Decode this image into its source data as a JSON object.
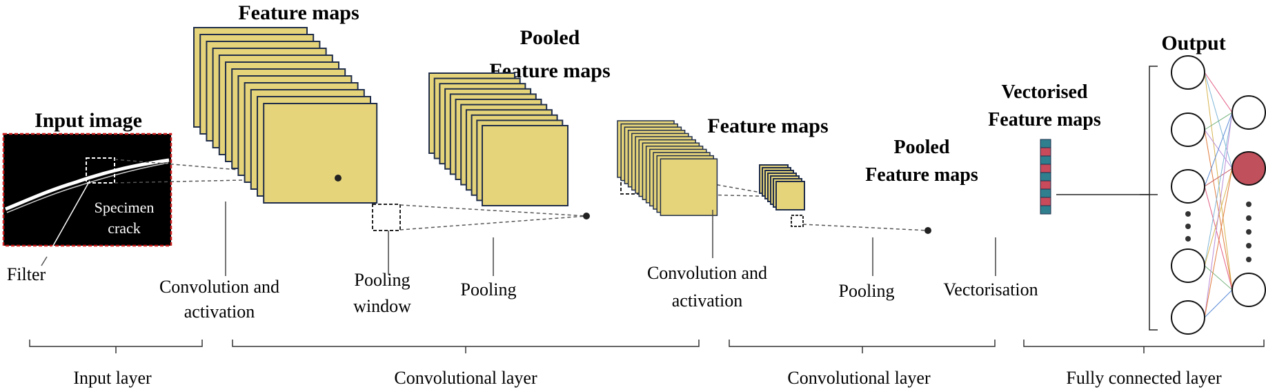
{
  "titles": {
    "input_image": "Input image",
    "feature_maps_1": "Feature maps",
    "pooled_1_line1": "Pooled",
    "pooled_1_line2": "Feature maps",
    "feature_maps_2": "Feature maps",
    "pooled_2_line1": "Pooled",
    "pooled_2_line2": "Feature maps",
    "vectorised_line1": "Vectorised",
    "vectorised_line2": "Feature maps",
    "output": "Output"
  },
  "annotations": {
    "specimen_line1": "Specimen",
    "specimen_line2": "crack",
    "filter": "Filter",
    "conv_act_1_line1": "Convolution and",
    "conv_act_1_line2": "activation",
    "pooling_window_line1": "Pooling",
    "pooling_window_line2": "window",
    "pooling_1": "Pooling",
    "conv_act_2_line1": "Convolution and",
    "conv_act_2_line2": "activation",
    "pooling_2": "Pooling",
    "vectorisation": "Vectorisation"
  },
  "layers": {
    "input": "Input layer",
    "conv_1": "Convolutional layer",
    "conv_2": "Convolutional layer",
    "fully_connected": "Fully connected layer"
  },
  "colors": {
    "map_fill": "#e6d47a",
    "map_stroke": "#1f2d4a",
    "vector_teal": "#2f7f8f",
    "vector_red": "#c94a5a",
    "output_active": "#c0505c",
    "input_border": "#d02020"
  }
}
